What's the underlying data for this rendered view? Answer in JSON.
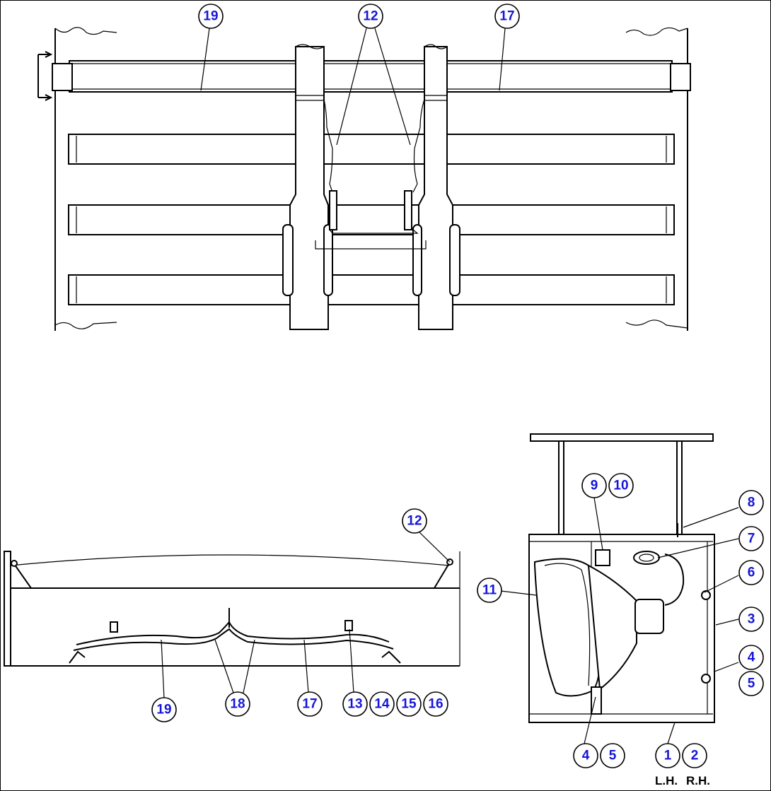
{
  "callouts": [
    {
      "id": "c-top-19",
      "label": "19"
    },
    {
      "id": "c-top-12",
      "label": "12"
    },
    {
      "id": "c-top-17",
      "label": "17"
    },
    {
      "id": "c-side-12",
      "label": "12"
    },
    {
      "id": "c-side-19",
      "label": "19"
    },
    {
      "id": "c-side-18",
      "label": "18"
    },
    {
      "id": "c-side-17",
      "label": "17"
    },
    {
      "id": "c-side-13",
      "label": "13"
    },
    {
      "id": "c-side-14",
      "label": "14"
    },
    {
      "id": "c-side-15",
      "label": "15"
    },
    {
      "id": "c-side-16",
      "label": "16"
    },
    {
      "id": "c-lamp-9",
      "label": "9"
    },
    {
      "id": "c-lamp-10",
      "label": "10"
    },
    {
      "id": "c-lamp-8",
      "label": "8"
    },
    {
      "id": "c-lamp-7",
      "label": "7"
    },
    {
      "id": "c-lamp-6",
      "label": "6"
    },
    {
      "id": "c-lamp-11",
      "label": "11"
    },
    {
      "id": "c-lamp-3",
      "label": "3"
    },
    {
      "id": "c-lamp-4r",
      "label": "4"
    },
    {
      "id": "c-lamp-5r",
      "label": "5"
    },
    {
      "id": "c-lamp-4b",
      "label": "4"
    },
    {
      "id": "c-lamp-5b",
      "label": "5"
    },
    {
      "id": "c-lamp-1",
      "label": "1"
    },
    {
      "id": "c-lamp-2",
      "label": "2"
    }
  ],
  "side_labels": {
    "lh": "L.H.",
    "rh": "R.H."
  }
}
